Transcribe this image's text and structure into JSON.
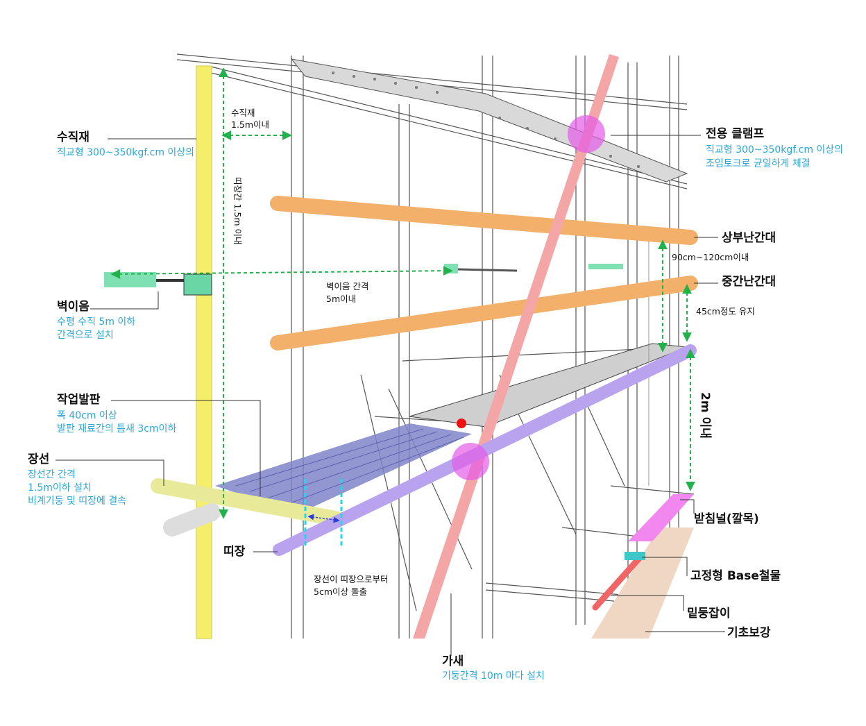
{
  "colors": {
    "standard": "#f5ee6a",
    "guardrail": "#f2b06a",
    "ledger": "#b9a3ee",
    "brace": "#f29a9a",
    "clamp": "#e45be8",
    "platform": "#7f84c9",
    "wall_tie": "#7fe0b4",
    "dimension": "#22b24c",
    "label_sub": "#2aa7d8",
    "base_plank": "#f287f0",
    "base_tie": "#f06666",
    "foundation": "#efd7c4"
  },
  "labels": {
    "standard": {
      "title": "수직재",
      "sub": "직교형 300~350kgf.cm 이상의"
    },
    "clamp": {
      "title": "전용 클램프",
      "sub1": "직교형 300~350kgf.cm 이상의",
      "sub2": "조임토크로 균일하게 체결"
    },
    "top_rail": {
      "title": "상부난간대"
    },
    "mid_rail": {
      "title": "중간난간대"
    },
    "wall_tie": {
      "title": "벽이음",
      "sub1": "수평 수직 5m 이하",
      "sub2": "간격으로 설치"
    },
    "platform": {
      "title": "작업발판",
      "sub1": "폭 40cm 이상",
      "sub2": "발판 재료간의 틈새 3cm이하"
    },
    "ledger": {
      "title": "장선",
      "sub1": "장선간 간격",
      "sub2": "1.5m이하 설치",
      "sub3": "비계기둥 및 띠장에 결속"
    },
    "transom": {
      "title": "띠장"
    },
    "brace": {
      "title": "가새",
      "sub": "기둥간격 10m 마다 설치"
    },
    "sole_plate": {
      "title": "받침널(깔목)"
    },
    "base_plate": {
      "title": "고정형 Base철물"
    },
    "base_tie": {
      "title": "밑둥잡이"
    },
    "foundation": {
      "title": "기초보강"
    }
  },
  "dimensions": {
    "standard_spacing": {
      "line1": "수직재",
      "line2": "1.5m이내"
    },
    "transom_spacing": "띠장간 1.5m 이내",
    "wall_tie_spacing": {
      "line1": "벽이음 간격",
      "line2": "5m이내"
    },
    "rail_height": "90cm~120cm이내",
    "mid_rail_gap": "45cm정도 유지",
    "lift_height": "2m 이내",
    "ledger_overhang": {
      "line1": "장선이 띠장으로부터",
      "line2": "5cm이상 돌출"
    }
  }
}
